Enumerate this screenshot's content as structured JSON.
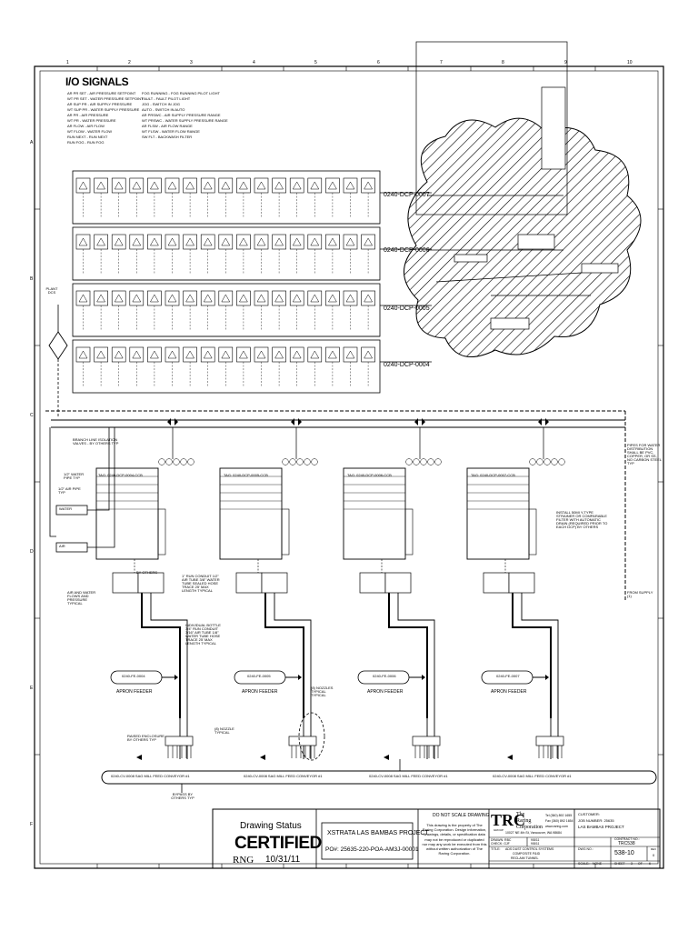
{
  "io_signals": {
    "title": "I/O SIGNALS",
    "left_column": [
      "AR PR SET - AIR PRESSURE SETPOINT",
      "WT PR SET - WATER PRESSURE SETPOINT",
      "AR SUP PR - AIR SUPPLY PRESSURE",
      "WT SUP PR - WATER SUPPLY PRESSURE",
      "AR PR - AIR PRESSURE",
      "WT PR - WATER PRESSURE",
      "AR FLOW - AIR FLOW",
      "WT FLOW - WATER FLOW",
      "RUN NEXT - RUN NEXT",
      "RUN FOG - RUN FOG"
    ],
    "right_column": [
      "FOG RUNNING - FOG RUNNING PILOT LIGHT",
      "FAULT - FAULT PILOT LIGHT",
      "JOG - SWITCH IN JOG",
      "AUTO - SWITCH IN AUTO",
      "AR PRSWC - AIR SUPPLY PRESSURE RANGE",
      "WT PRSWC - WATER SUPPLY PRESSURE RANGE",
      "AR FLSW - AIR FLOW RANGE",
      "WT FLSW - WATER FLOW RANGE",
      "SW FLT - BACKWASH FILTER"
    ]
  },
  "grid": {
    "columns": [
      "1",
      "2",
      "3",
      "4",
      "5",
      "6",
      "7",
      "8",
      "9",
      "10"
    ],
    "rows": [
      "A",
      "B",
      "C",
      "D",
      "E",
      "F"
    ]
  },
  "panels": [
    {
      "label": "0240-DCP-0007"
    },
    {
      "label": "0240-DCP-0006"
    },
    {
      "label": "0240-DCP-0005"
    },
    {
      "label": "0240-DCP-0004"
    }
  ],
  "plant_dcs": "PLANT DCS",
  "dcp_boxes": [
    {
      "line1": "TAG: 0240-DCP-0004-CCB"
    },
    {
      "line1": "TAG: 0240-DCP-0005-CCB"
    },
    {
      "line1": "TAG: 0240-DCP-0006-CCB"
    },
    {
      "line1": "TAG: 0240-DCP-0007-CCB"
    }
  ],
  "aprons": [
    {
      "tag": "0240-FE-0004",
      "label": "APRON FEEDER"
    },
    {
      "tag": "0240-FE-0005",
      "label": "APRON FEEDER"
    },
    {
      "tag": "0240-FE-0006",
      "label": "APRON FEEDER"
    },
    {
      "tag": "0240-FE-0007",
      "label": "APRON FEEDER"
    }
  ],
  "conveyor_labels": [
    "0240-CV-0008 SAG MILL FEED CONVEYOR #1",
    "0240-CV-0008 SAG MILL FEED CONVEYOR #1",
    "0240-CV-0008 SAG MILL FEED CONVEYOR #1",
    "0240-CV-0008 SAG MILL FEED CONVEYOR #1"
  ],
  "notes": {
    "branch": "BRANCH LINE ISOLATION VALVES - BY OTHERS TYP",
    "water_pipe": "1/2\" WATER PIPE TYP",
    "air_pipe": "1/2\" AIR PIPE TYP",
    "water_box": "WATER",
    "air_box": "AIR",
    "air_water_note": "AIR AND WATER FLOWS AND PRESSURE TYPICAL",
    "by_others": "BY OTHERS",
    "pipes_for_water": "PIPES FOR WATER DISTRIBUTION SHALL BE PVC, COPPER, OR SS, NO CARBON STEEL TYP",
    "install_filter": "INSTALL 50MI Y-TYPE STRAINER OR COMPARABLE FILTER WITH AUTOMATIC DRAIN (REQUIRED PRIOR TO EACH DCP) BY OTHERS",
    "from_supply": "FROM SUPPLY (1)",
    "conduit_note": "1\" RUN CONDUIT 1/2\" AIR TUBE 3/8\" WATER TUBE SEALED HOSE TRACE 25' MAX LENGTH TYPICAL",
    "conduit_note_2": "INDIVIDUAL BOTTLE 3/4\" RUN CONDUIT 3/16\" AIR TUBE 1/8\" WATER TUBE HOSE TRACE 25' MAX LENGTH TYPICAL",
    "nozzles": "(8) NOZZLES TYPICAL TYPICAL",
    "raised_enclosure": "RAISED ENCLOSURE BY OTHERS TYP",
    "nozzle_typical": "(8) NOZZLE TYPICAL",
    "bypass": "BYPASS BY OTHERS TYP"
  },
  "drawing_status": {
    "heading": "Drawing Status",
    "status": "CERTIFIED",
    "initials": "RNG",
    "date": "10/31/11"
  },
  "project": {
    "name": "XSTRATA LAS BAMBAS PROJECT",
    "po": "PO#: 25635-220-POA-AM3J-00001"
  },
  "disclaimer": {
    "heading": "DO NOT SCALE DRAWING",
    "body": "This drawing is the property of The Raring Corporation. Design information, drawings, details, or specification data may not be reproduced or duplicated nor may any work be executed from this without written authorization of The Raring Corporation."
  },
  "company": {
    "logo": "TRC",
    "logo_sub": "GROUP",
    "name_line1": "The",
    "name_line2": "Raring",
    "name_line3": "Corporation",
    "tel": "Tel (360) 892 1655",
    "fax": "Fax (360) 892 1654",
    "web": "www.raring.com",
    "address": "10027 NE 4th St, Vancouver, WA 98684"
  },
  "title_block": {
    "customer_label": "CUSTOMER:",
    "customer_line1": "JOB NUMBER: 25635",
    "customer_line2": "LAS BAMBAS PROJECT",
    "drawn_label": "DRAWN: RBC",
    "drawn_date": "9/8/11",
    "checked_label": "CHECK: GJF",
    "checked_date": "9/8/11",
    "contract_label": "CONTRACT NO.:",
    "contract_no": "TRC538",
    "title_label": "TITLE:",
    "title_lines": [
      "ADS DUST CONTROL SYSTEMS",
      "COMPOSITE P&ID",
      "RECLAIM TUNNEL"
    ],
    "dwg_label": "DWG NO.:",
    "dwg_no": "538-10",
    "rev_label": "REV",
    "rev": "0",
    "scale_label": "SCALE:",
    "scale": "NONE",
    "sheet_label": "SHEET",
    "sheet_no": "3",
    "sheet_of": "OF",
    "sheet_total": "6"
  }
}
